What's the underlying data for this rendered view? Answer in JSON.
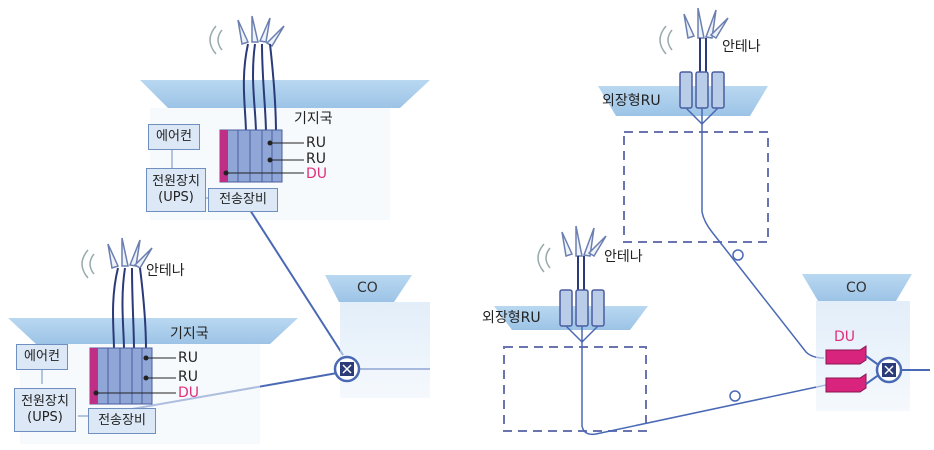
{
  "left_diagram": {
    "upper_site": {
      "base_station_label": "기지국",
      "ru_label_1": "RU",
      "ru_label_2": "RU",
      "du_label": "DU",
      "aircon_label": "에어컨",
      "power_label_1": "전원장치",
      "power_label_2": "(UPS)",
      "transport_label": "전송장비"
    },
    "lower_site": {
      "antenna_label": "안테나",
      "base_station_label": "기지국",
      "ru_label_1": "RU",
      "ru_label_2": "RU",
      "du_label": "DU",
      "aircon_label": "에어컨",
      "power_label_1": "전원장치",
      "power_label_2": "(UPS)",
      "transport_label": "전송장비"
    },
    "co_label": "CO"
  },
  "right_diagram": {
    "upper_site": {
      "antenna_label": "안테나",
      "ru_label": "외장형RU"
    },
    "lower_site": {
      "antenna_label": "안테나",
      "ru_label": "외장형RU"
    },
    "co_label": "CO",
    "du_label": "DU"
  },
  "colors": {
    "roof": "#a9cdea",
    "line": "#4a69b5",
    "box_fill": "#dde8f6",
    "du_accent": "#e0307a",
    "rack": "#8fa6d6",
    "dashed_room": "#6a74b0"
  }
}
